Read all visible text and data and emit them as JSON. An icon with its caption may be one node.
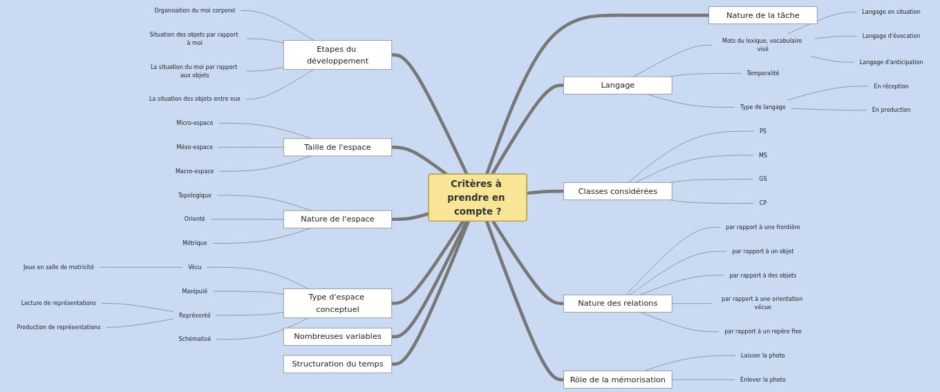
{
  "diagram": {
    "nodes": [
      {
        "text": [
          "Critères à prendre en compte ?"
        ]
      },
      {
        "text": [
          "Etapes du développement"
        ]
      },
      {
        "text": [
          "Organisation du moi corporel"
        ]
      },
      {
        "text": [
          "Situation des objets par rapport à moi"
        ]
      },
      {
        "text": [
          "La situation du moi par rapport aux objets"
        ]
      },
      {
        "text": [
          "La situation des objets entre eux"
        ]
      },
      {
        "text": [
          "Taille de l'espace"
        ]
      },
      {
        "text": [
          "Micro-espace"
        ]
      },
      {
        "text": [
          "Méso-espace"
        ]
      },
      {
        "text": [
          "Macro-espace"
        ]
      },
      {
        "text": [
          "Nature de l'espace"
        ]
      },
      {
        "text": [
          "Topologique"
        ]
      },
      {
        "text": [
          "Orienté"
        ]
      },
      {
        "text": [
          "Métrique"
        ]
      },
      {
        "text": [
          "Type d'espace conceptuel"
        ]
      },
      {
        "text": [
          "Vécu"
        ]
      },
      {
        "text": [
          "Jeux en salle de motricité"
        ]
      },
      {
        "text": [
          "Manipulé"
        ]
      },
      {
        "text": [
          "Représenté"
        ]
      },
      {
        "text": [
          "Lecture de représentations"
        ]
      },
      {
        "text": [
          "Production de représentations"
        ]
      },
      {
        "text": [
          "Schématisé"
        ]
      },
      {
        "text": [
          "Nombreuses variables"
        ]
      },
      {
        "text": [
          "Structuration du temps"
        ]
      },
      {
        "text": [
          "Nature de la tâche"
        ]
      },
      {
        "text": [
          "Langage"
        ]
      },
      {
        "text": [
          "Mots du lexique, vocabulaire visé"
        ]
      },
      {
        "text": [
          "Langage en situation"
        ]
      },
      {
        "text": [
          "Langage d'évocation"
        ]
      },
      {
        "text": [
          "Langage d'anticipation"
        ]
      },
      {
        "text": [
          "Temporalité"
        ]
      },
      {
        "text": [
          "Type de langage"
        ]
      },
      {
        "text": [
          "En réception"
        ]
      },
      {
        "text": [
          "En production"
        ]
      },
      {
        "text": [
          "Classes considérées"
        ]
      },
      {
        "text": [
          "PS"
        ]
      },
      {
        "text": [
          "MS"
        ]
      },
      {
        "text": [
          "GS"
        ]
      },
      {
        "text": [
          "CP"
        ]
      },
      {
        "text": [
          "Nature des relations"
        ]
      },
      {
        "text": [
          "par rapport à une frontière"
        ]
      },
      {
        "text": [
          "par rapport à un objet"
        ]
      },
      {
        "text": [
          "par rapport à des objets"
        ]
      },
      {
        "text": [
          "par rapport à une orientation vécue"
        ]
      },
      {
        "text": [
          "par rapport à un repère fixe"
        ]
      },
      {
        "text": [
          "Rôle de la mémorisation"
        ]
      },
      {
        "text": [
          "Laisser la photo"
        ]
      },
      {
        "text": [
          "Enlever la photo"
        ]
      }
    ],
    "edges": [
      {
        "from": 1,
        "to": 0,
        "arrow": "none",
        "style": "thick"
      },
      {
        "from": 2,
        "to": 1,
        "arrow": "none"
      },
      {
        "from": 3,
        "to": 1,
        "arrow": "none"
      },
      {
        "from": 4,
        "to": 1,
        "arrow": "none"
      },
      {
        "from": 5,
        "to": 1,
        "arrow": "none"
      },
      {
        "from": 6,
        "to": 0,
        "arrow": "none",
        "style": "thick"
      },
      {
        "from": 7,
        "to": 6,
        "arrow": "none"
      },
      {
        "from": 8,
        "to": 6,
        "arrow": "none"
      },
      {
        "from": 9,
        "to": 6,
        "arrow": "none"
      },
      {
        "from": 10,
        "to": 0,
        "arrow": "none",
        "style": "thick"
      },
      {
        "from": 11,
        "to": 10,
        "arrow": "none"
      },
      {
        "from": 12,
        "to": 10,
        "arrow": "none"
      },
      {
        "from": 13,
        "to": 10,
        "arrow": "none"
      },
      {
        "from": 14,
        "to": 0,
        "arrow": "none",
        "style": "thick"
      },
      {
        "from": 15,
        "to": 14,
        "arrow": "none"
      },
      {
        "from": 16,
        "to": 15,
        "arrow": "none"
      },
      {
        "from": 17,
        "to": 14,
        "arrow": "none"
      },
      {
        "from": 18,
        "to": 14,
        "arrow": "none"
      },
      {
        "from": 19,
        "to": 18,
        "arrow": "none"
      },
      {
        "from": 20,
        "to": 18,
        "arrow": "none"
      },
      {
        "from": 21,
        "to": 14,
        "arrow": "none"
      },
      {
        "from": 22,
        "to": 0,
        "arrow": "none",
        "style": "thick"
      },
      {
        "from": 23,
        "to": 0,
        "arrow": "none",
        "style": "thick"
      },
      {
        "from": 0,
        "to": 24,
        "arrow": "none",
        "style": "thick"
      },
      {
        "from": 0,
        "to": 25,
        "arrow": "none",
        "style": "thick"
      },
      {
        "from": 25,
        "to": 26,
        "arrow": "none"
      },
      {
        "from": 26,
        "to": 27,
        "arrow": "none"
      },
      {
        "from": 26,
        "to": 28,
        "arrow": "none"
      },
      {
        "from": 26,
        "to": 29,
        "arrow": "none"
      },
      {
        "from": 25,
        "to": 30,
        "arrow": "none"
      },
      {
        "from": 25,
        "to": 31,
        "arrow": "none"
      },
      {
        "from": 31,
        "to": 32,
        "arrow": "none"
      },
      {
        "from": 31,
        "to": 33,
        "arrow": "none"
      },
      {
        "from": 0,
        "to": 34,
        "arrow": "none",
        "style": "thick"
      },
      {
        "from": 34,
        "to": 35,
        "arrow": "none"
      },
      {
        "from": 34,
        "to": 36,
        "arrow": "none"
      },
      {
        "from": 34,
        "to": 37,
        "arrow": "none"
      },
      {
        "from": 34,
        "to": 38,
        "arrow": "none"
      },
      {
        "from": 0,
        "to": 39,
        "arrow": "none",
        "style": "thick"
      },
      {
        "from": 39,
        "to": 40,
        "arrow": "none"
      },
      {
        "from": 39,
        "to": 41,
        "arrow": "none"
      },
      {
        "from": 39,
        "to": 42,
        "arrow": "none"
      },
      {
        "from": 39,
        "to": 43,
        "arrow": "none"
      },
      {
        "from": 39,
        "to": 44,
        "arrow": "none"
      },
      {
        "from": 0,
        "to": 45,
        "arrow": "none",
        "style": "thick"
      },
      {
        "from": 45,
        "to": 46,
        "arrow": "none"
      },
      {
        "from": 45,
        "to": 47,
        "arrow": "none"
      }
    ]
  }
}
